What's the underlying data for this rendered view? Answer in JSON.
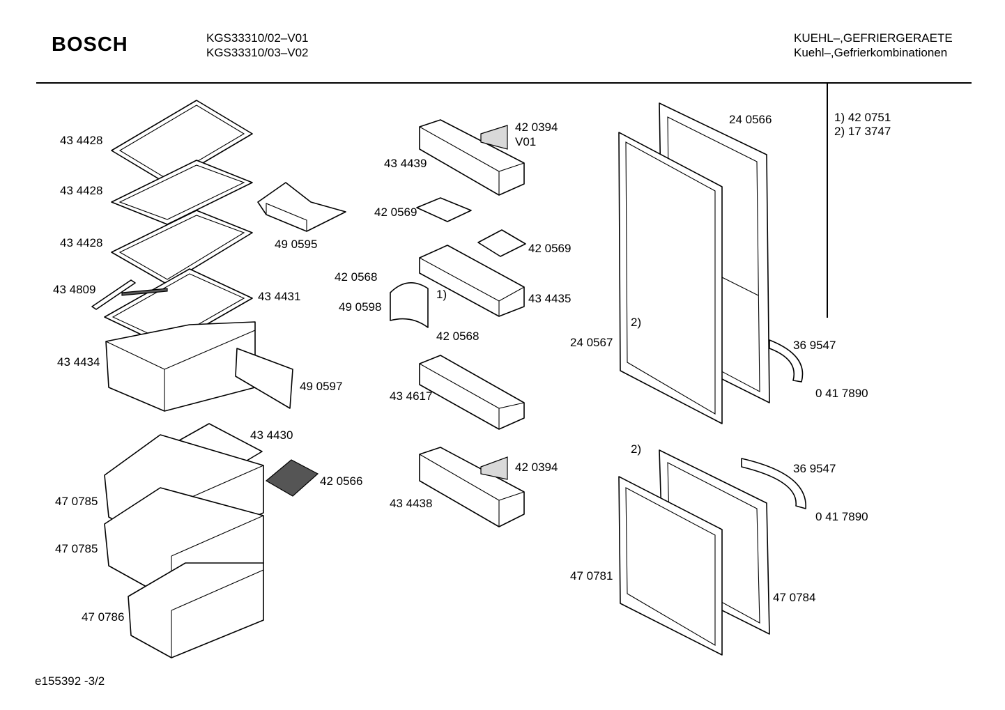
{
  "header": {
    "brand": "BOSCH",
    "model_line1": "KGS33310/02–V01",
    "model_line2": "KGS33310/03–V02",
    "category_line1": "KUEHL–,GEFRIERGERAETE",
    "category_line2": "Kuehl–,Gefrierkombinationen"
  },
  "notes": {
    "note1": "1)  42 0751",
    "note2": "2)  17 3747"
  },
  "labels": {
    "l_434428_a": "43 4428",
    "l_434428_b": "43 4428",
    "l_434428_c": "43 4428",
    "l_434809": "43 4809",
    "l_434431": "43 4431",
    "l_434434": "43 4434",
    "l_490597": "49 0597",
    "l_490595": "49 0595",
    "l_434430": "43 4430",
    "l_420566": "42 0566",
    "l_470785_a": "47 0785",
    "l_470785_b": "47 0785",
    "l_470786": "47 0786",
    "l_420394_a": "42 0394",
    "l_v01": "V01",
    "l_434439": "43 4439",
    "l_420569_a": "42 0569",
    "l_420569_b": "42 0569",
    "l_420568_a": "42 0568",
    "l_490598": "49 0598",
    "l_ref1": "1)",
    "l_420568_b": "42 0568",
    "l_434435": "43 4435",
    "l_434617": "43 4617",
    "l_420394_b": "42 0394",
    "l_434438": "43 4438",
    "l_240566": "24 0566",
    "l_240567": "24 0567",
    "l_ref2_a": "2)",
    "l_369547_a": "36 9547",
    "l_417890_a": "0 41 7890",
    "l_ref2_b": "2)",
    "l_369547_b": "36 9547",
    "l_417890_b": "0 41 7890",
    "l_470781": "47 0781",
    "l_470784": "47 0784"
  },
  "footer": {
    "drawing_id": "e155392   -3/2"
  }
}
